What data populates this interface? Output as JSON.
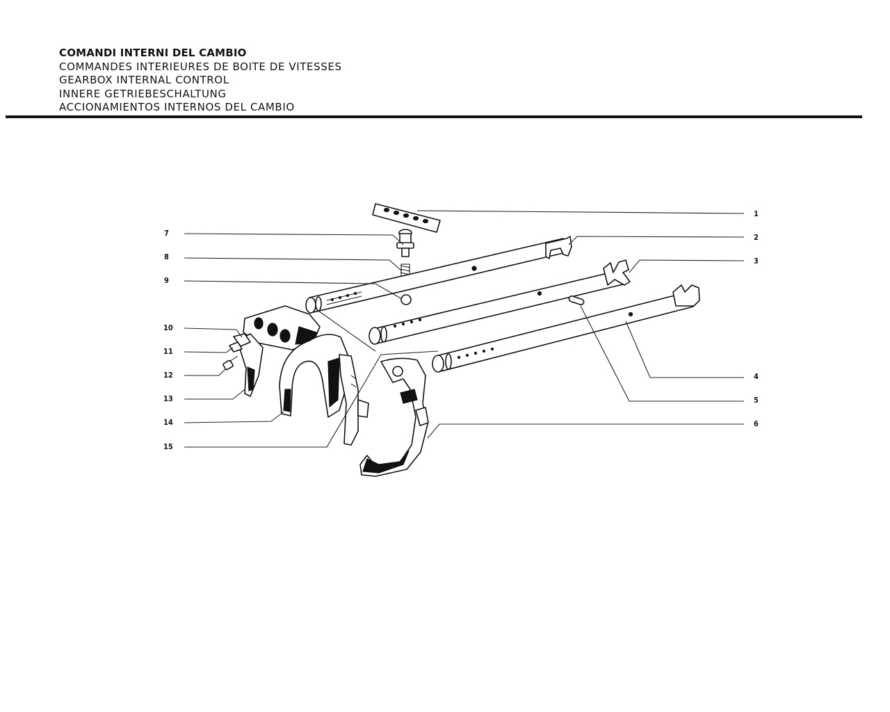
{
  "header": {
    "lines": [
      "COMANDI INTERNI DEL CAMBIO",
      "COMMANDES INTERIEURES DE BOITE DE VITESSES",
      "GEARBOX INTERNAL CONTROL",
      "INNERE GETRIEBESCHALTUNG",
      "ACCIONAMIENTOS INTERNOS DEL CAMBIO"
    ]
  },
  "callouts": {
    "left": [
      "7",
      "8",
      "9",
      "10",
      "11",
      "12",
      "13",
      "14",
      "15"
    ],
    "right": [
      "1",
      "2",
      "3",
      "4",
      "5",
      "6"
    ]
  }
}
